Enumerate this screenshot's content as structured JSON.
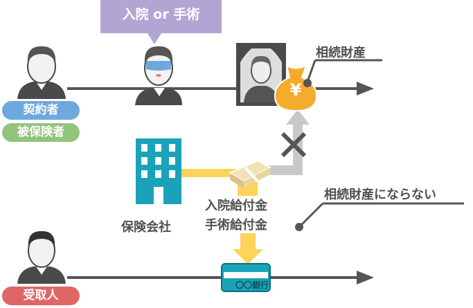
{
  "event_bubble": {
    "text": "入院 or 手術",
    "color": "#b3a5d3"
  },
  "roles": {
    "contractor": {
      "text": "契約者",
      "color": "#6fa8dc"
    },
    "insured": {
      "text": "被保険者",
      "color": "#93c47d"
    },
    "recipient": {
      "text": "受取人",
      "color": "#e06666"
    }
  },
  "labels": {
    "inheritance": "相続財産",
    "insurer": "保険会社",
    "benefit_1": "入院給付金",
    "benefit_2": "手術給付金",
    "not_inheritance": "相続財産にならない",
    "bank": "〇〇銀行",
    "yen": "¥"
  },
  "colors": {
    "money_bag": "#f5ab2b",
    "building": "#1aa3b8",
    "flow": "#fdd35a",
    "blocked": "#c8c8c8",
    "line": "#555555"
  }
}
